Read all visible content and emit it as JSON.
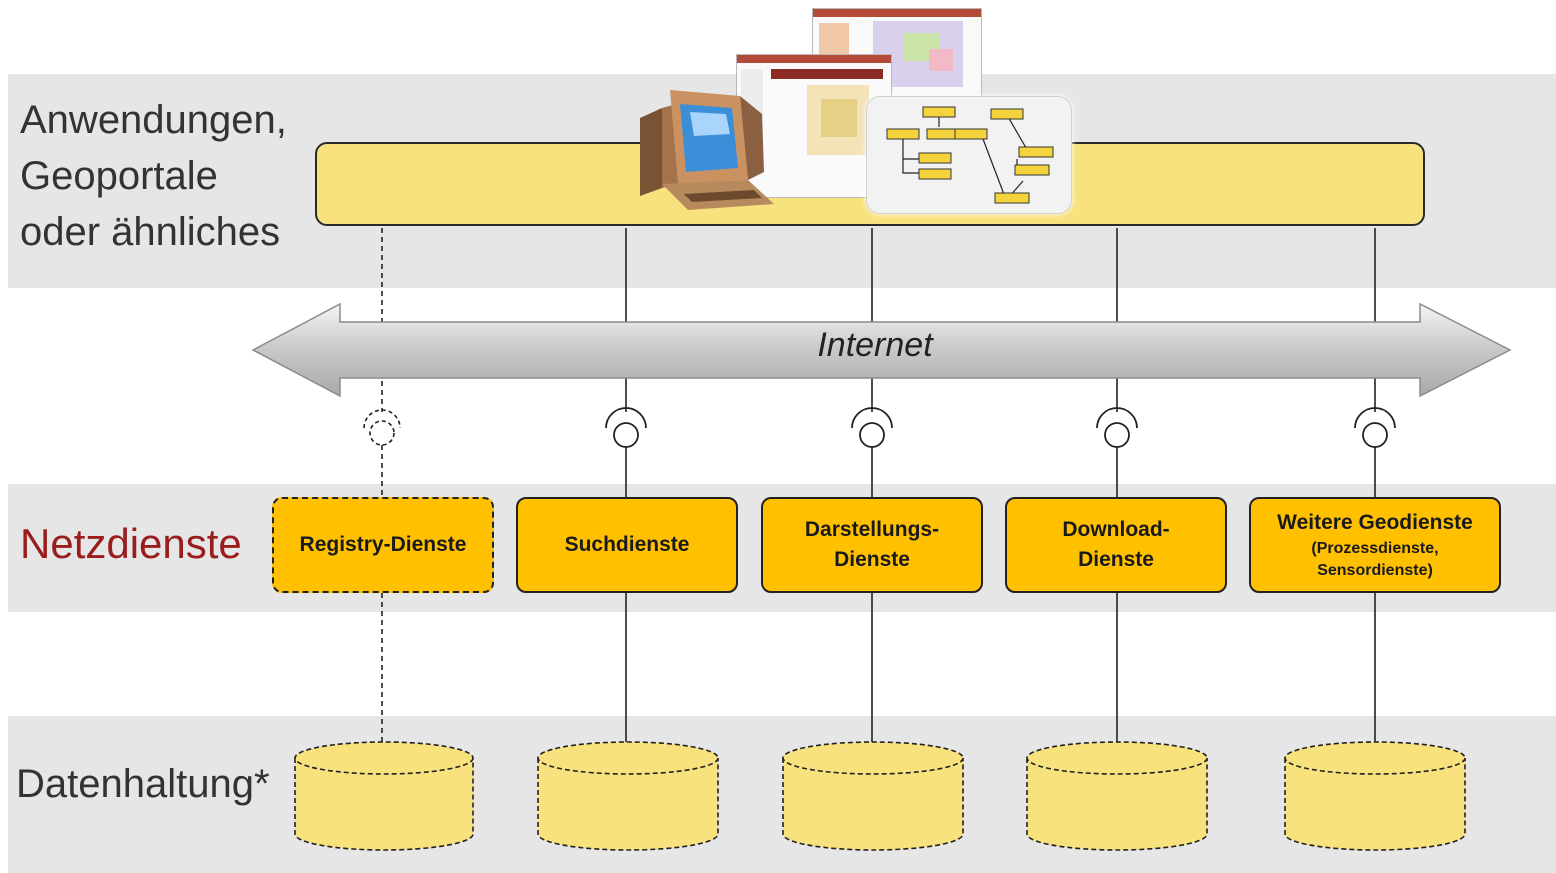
{
  "layers": {
    "applications": [
      "Anwendungen,",
      "Geoportale",
      "oder ähnliches"
    ],
    "services": "Netzdienste",
    "data": "Datenhaltung*"
  },
  "internet": "Internet",
  "services": [
    {
      "label": "Registry-Dienste",
      "sub": "",
      "dashed": true
    },
    {
      "label": "Suchdienste",
      "sub": "",
      "dashed": false
    },
    {
      "label": "Darstellungs-\nDienste",
      "sub": "",
      "dashed": false
    },
    {
      "label": "Download-\nDienste",
      "sub": "",
      "dashed": false
    },
    {
      "label": "Weitere Geodienste",
      "sub": "(Prozessdienste,\nSensordienste)",
      "dashed": false
    }
  ],
  "icons": [
    "computer-icon",
    "map-screenshot-icon",
    "workflow-icon"
  ],
  "colors": {
    "band": "#e6e6e6",
    "application_bar": "#f8e27e",
    "service_box": "#ffc000",
    "database": "#f8e27e",
    "services_label": "#9b1c1c",
    "arrow": "#c8c8c8"
  }
}
